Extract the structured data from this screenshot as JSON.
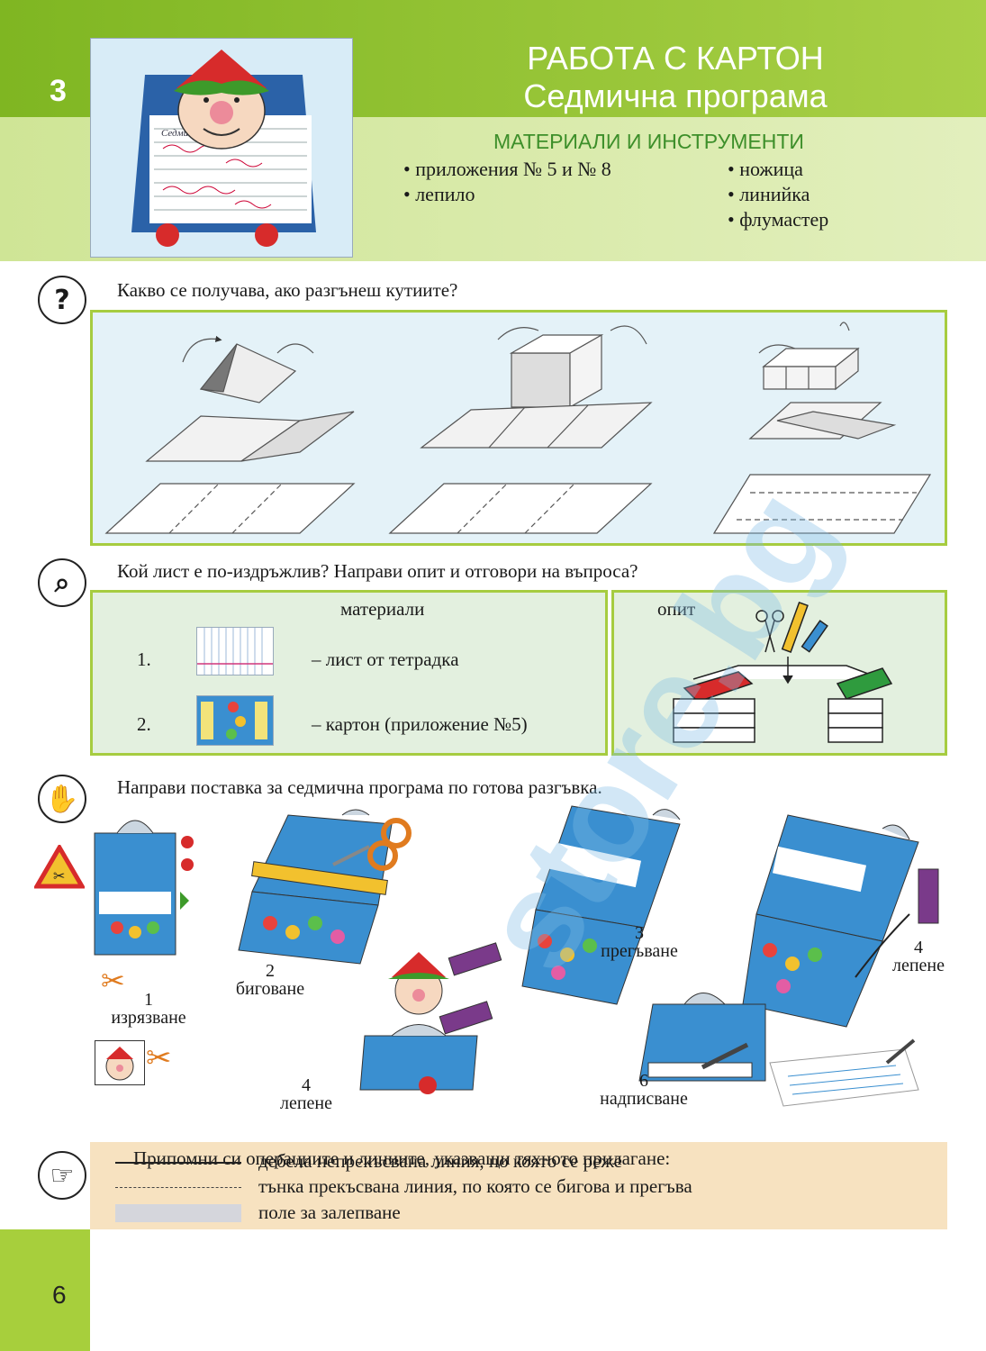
{
  "header": {
    "lesson_number": "3",
    "title_line1": "РАБОТА С КАРТОН",
    "title_line2": "Седмична програма",
    "photo_text": "Седмична програма"
  },
  "materials": {
    "title": "МАТЕРИАЛИ И ИНСТРУМЕНТИ",
    "left": [
      "• приложения № 5 и № 8",
      "• лепило"
    ],
    "right": [
      "• ножица",
      "• линийка",
      "• флумастер"
    ]
  },
  "section1": {
    "icon": "question-icon",
    "question": "Какво се получава, ако разгънеш кутиите?"
  },
  "section2": {
    "icon": "magnifier-icon",
    "question": "Кой лист е по-издръжлив? Направи опит и отговори на въпроса?",
    "materials_label": "материали",
    "experiment_label": "опит",
    "rows": [
      {
        "num": "1.",
        "text": "– лист от тетрадка"
      },
      {
        "num": "2.",
        "text": "– картон (приложение №5)"
      }
    ]
  },
  "section3": {
    "icon": "hand-icon",
    "instruction": "Направи поставка за седмична програма по готова разгъвка.",
    "steps": [
      {
        "num": "1",
        "label": "изрязване"
      },
      {
        "num": "2",
        "label": "биговане"
      },
      {
        "num": "3",
        "label": "прегъване"
      },
      {
        "num": "4",
        "label": "лепене"
      },
      {
        "num": "4",
        "label": "лепене"
      },
      {
        "num": "6",
        "label": "надписване"
      }
    ]
  },
  "section4": {
    "icon": "pointing-hand-icon",
    "title": "Припомни си операциите и линиите, указващи тяхното прилагане:",
    "items": [
      "дебела непрекъсвана линия, по която се реже",
      "тънка прекъсвана линия, по която се бигова и прегъва",
      "поле за залепване"
    ]
  },
  "page_number": "6",
  "watermark": "store.bg",
  "colors": {
    "green": "#a7cf3c",
    "blue": "#3a8fd0",
    "peach": "#f7e2c0"
  }
}
